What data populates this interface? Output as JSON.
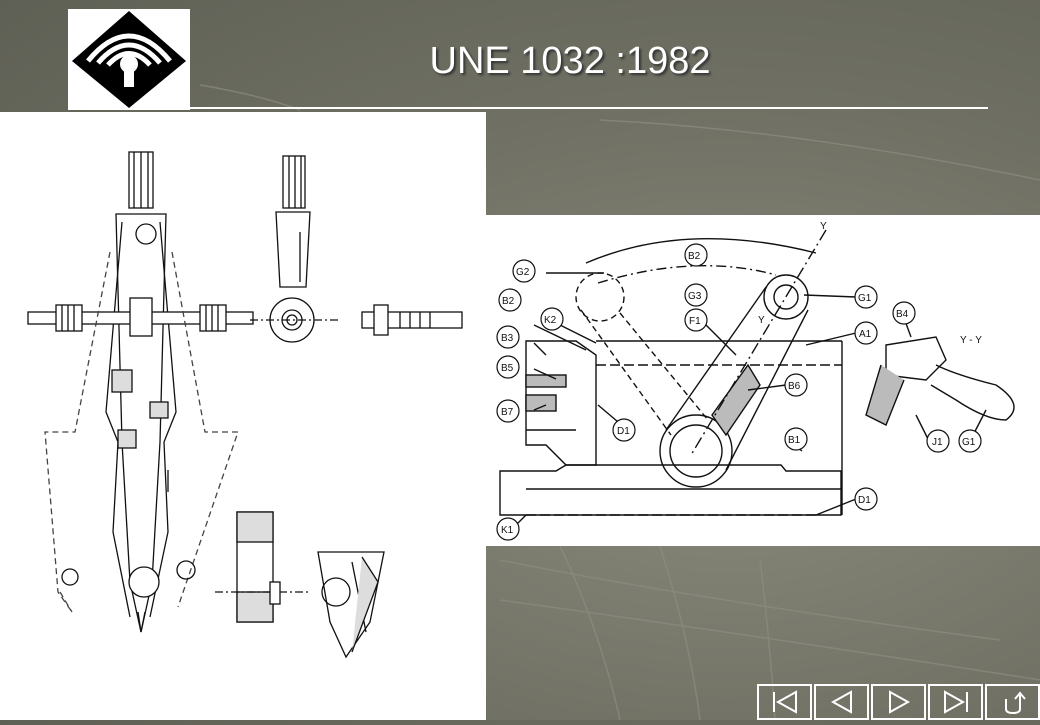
{
  "slide": {
    "title": "UNE 1032 :1982"
  },
  "drawing_labels": {
    "y_top": "Y",
    "b2_arc": "B2",
    "g2": "G2",
    "g3": "G3",
    "g1_top": "G1",
    "b2": "B2",
    "k2": "K2",
    "f1": "F1",
    "y_mid": "Y",
    "a1": "A1",
    "b4": "B4",
    "section_yy": "Y - Y",
    "b3": "B3",
    "b5": "B5",
    "b6": "B6",
    "b7": "B7",
    "d1_left": "D1",
    "b1": "B1",
    "j1": "J1",
    "g1_bottom": "G1",
    "d1_bottom": "D1",
    "k1": "K1"
  },
  "navigation": {
    "buttons": [
      "first-slide-icon",
      "previous-slide-icon",
      "next-slide-icon",
      "last-slide-icon",
      "return-icon"
    ]
  },
  "colors": {
    "background": "#6f7063",
    "panel": "#ffffff",
    "ink": "#111111"
  }
}
